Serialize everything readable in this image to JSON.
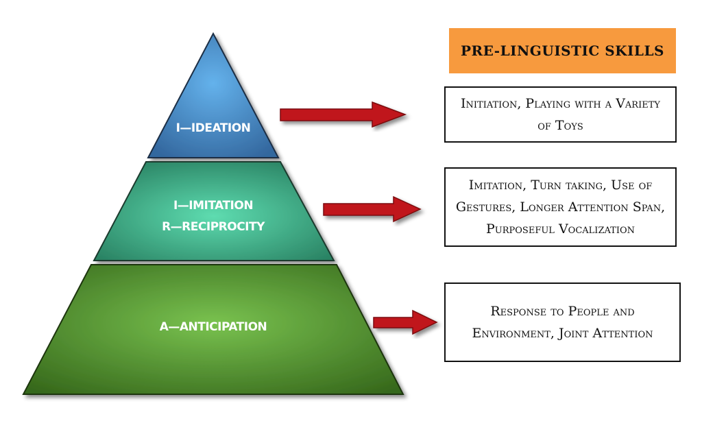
{
  "title": "PRE-LINGUISTIC SKILLS",
  "tiers": [
    {
      "label_lines": [
        "I—IDEATION"
      ],
      "color_top": "#5ea9e4",
      "color_bottom": "#3a6ea8",
      "skills": "Initiation, Playing with a Variety of Toys"
    },
    {
      "label_lines": [
        "I—IMITATION",
        "R—RECIPROCITY"
      ],
      "color_top": "#54d2a6",
      "color_bottom": "#2f8a6a",
      "skills": "Imitation, Turn taking, Use of Gestures, Longer Attention Span, Purposeful Vocalization"
    },
    {
      "label_lines": [
        "A—ANTICIPATION"
      ],
      "color_top": "#6fb648",
      "color_bottom": "#3e7321",
      "skills": "Response to People and Environment, Joint Attention"
    }
  ],
  "colors": {
    "title_box": "#f79a3e",
    "arrow": "#c0141c",
    "arrow_border": "#7a0a0e"
  }
}
